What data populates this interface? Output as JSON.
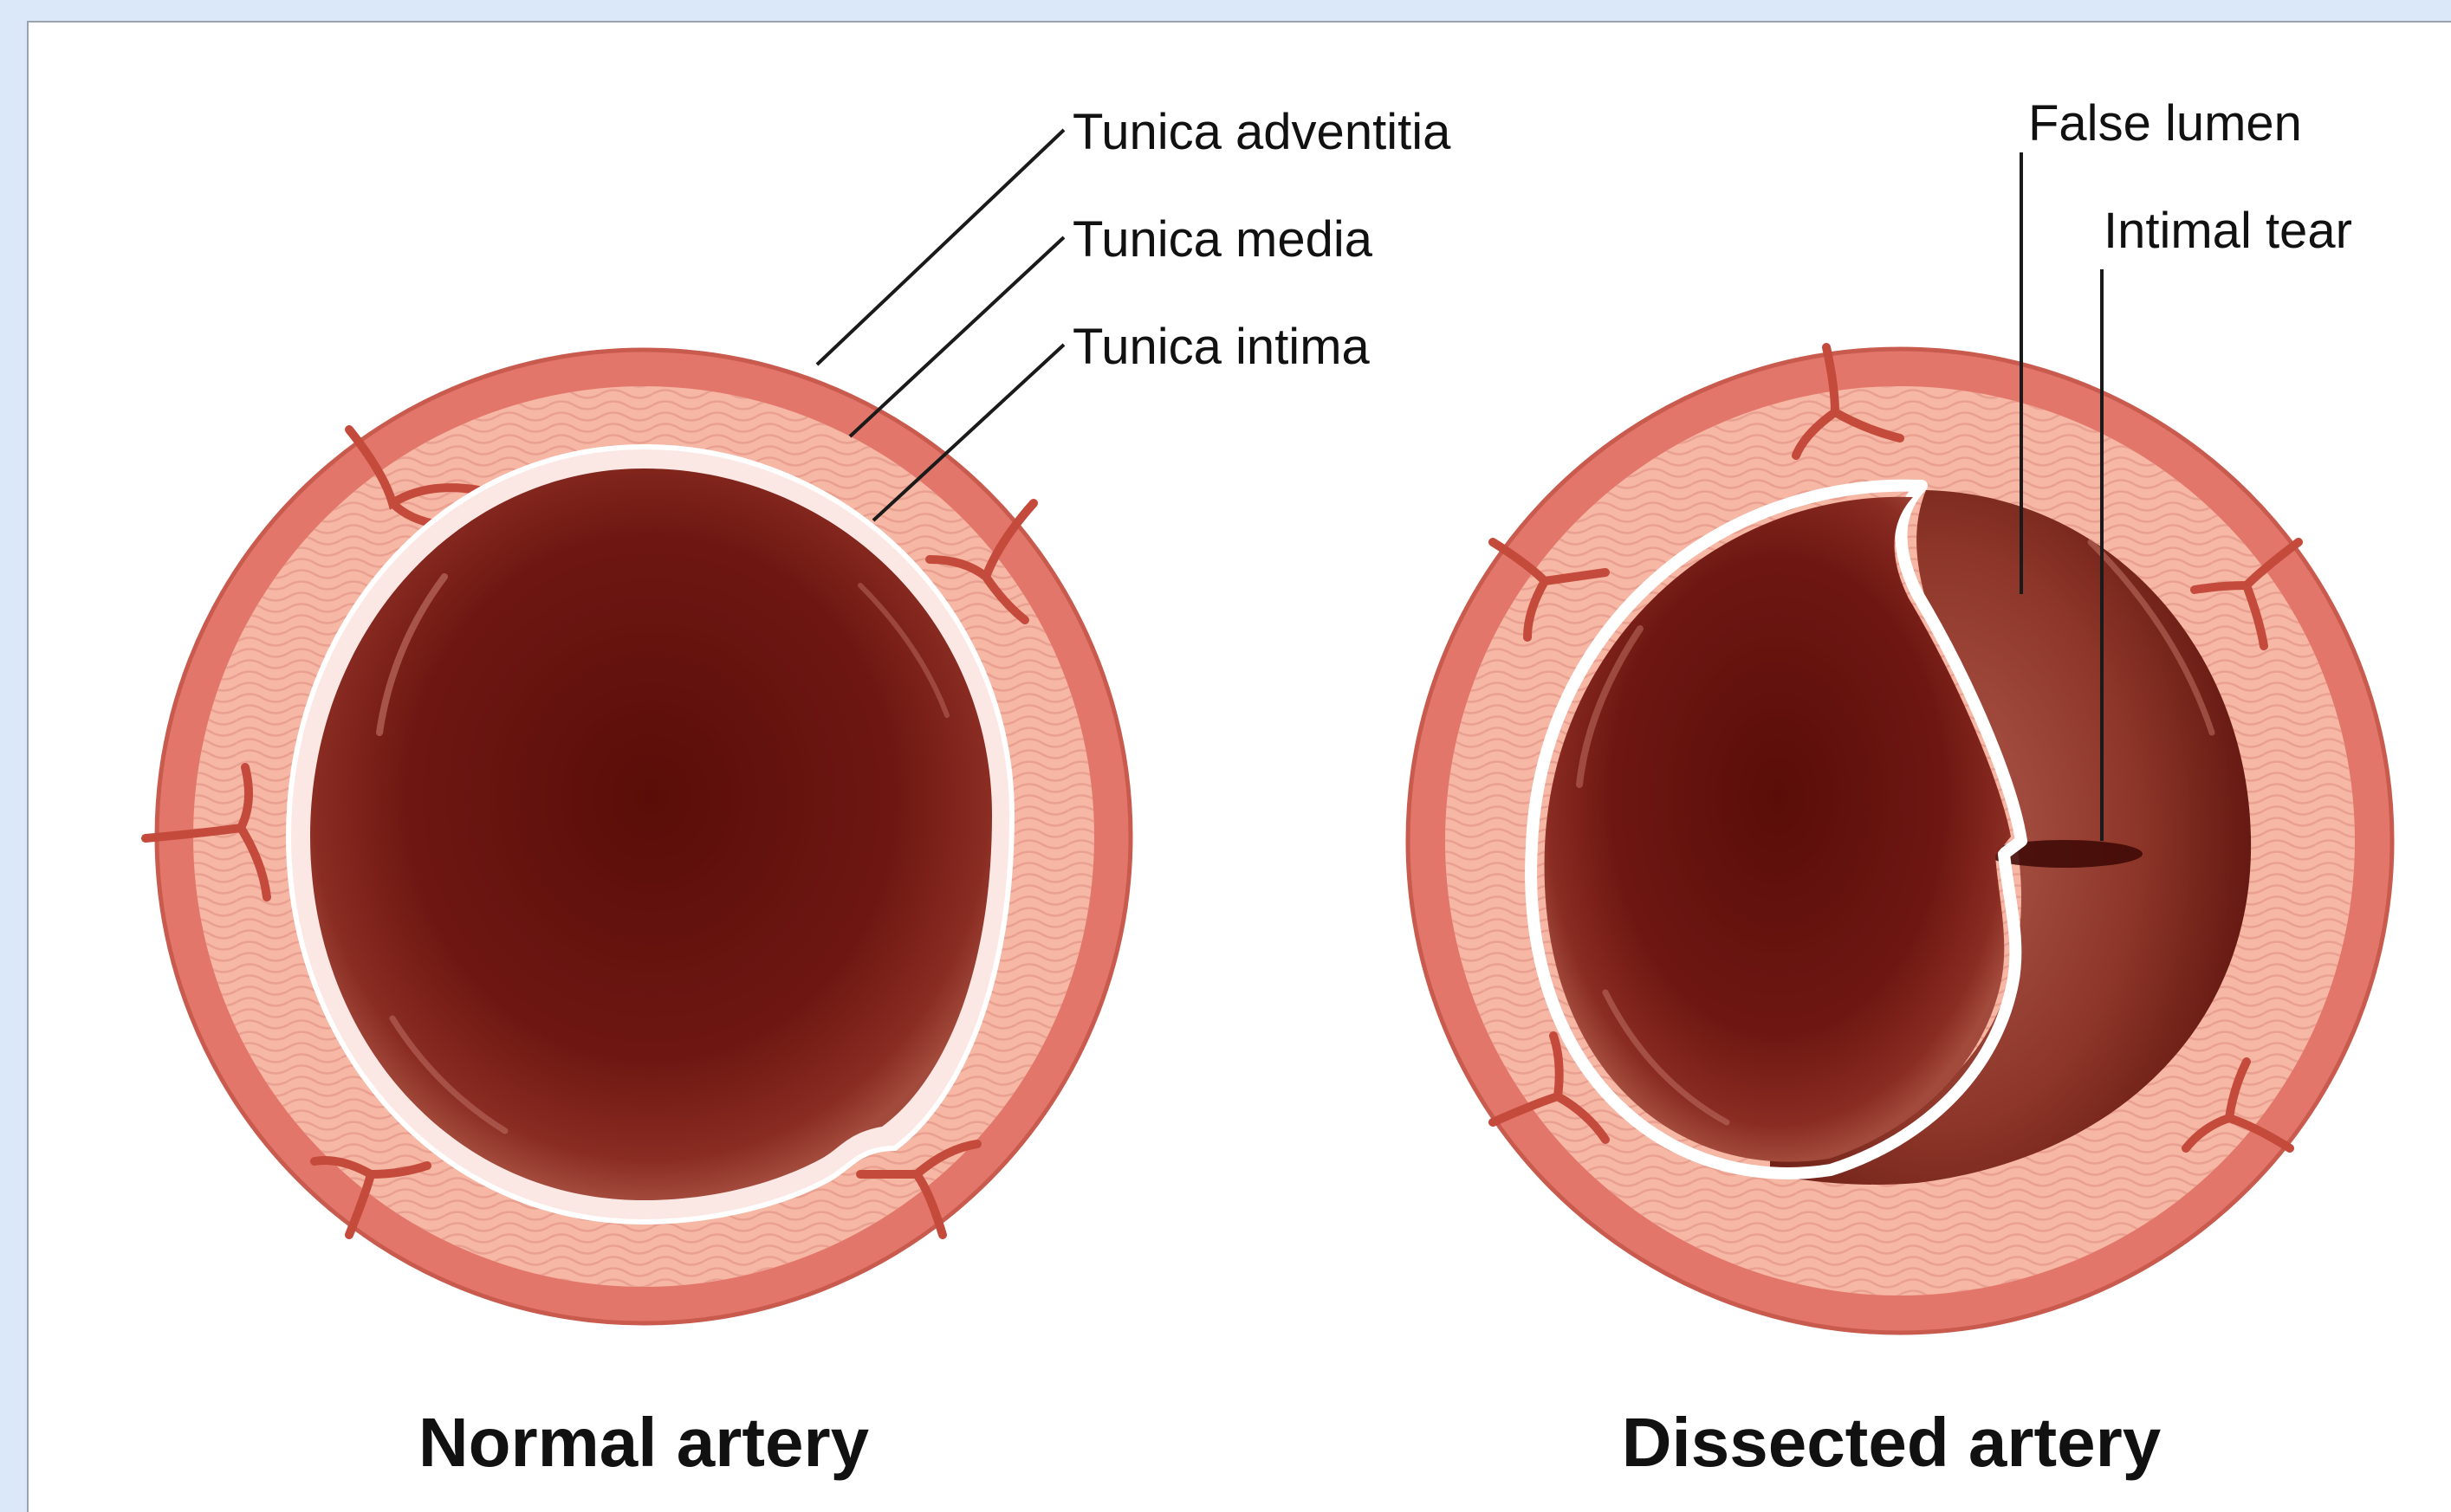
{
  "labels": {
    "adventitia": "Tunica adventitia",
    "media": "Tunica media",
    "intima": "Tunica intima",
    "false_lumen": "False lumen",
    "intimal_tear": "Intimal tear"
  },
  "captions": {
    "normal": "Normal artery",
    "dissected": "Dissected artery"
  },
  "colors": {
    "page_background": "#dbe8f9",
    "adventitia": "#e3766a",
    "media": "#f6b7a5",
    "intima": "#ffffff",
    "lumen": "#6e1712",
    "vessel": "#c44b3c"
  }
}
